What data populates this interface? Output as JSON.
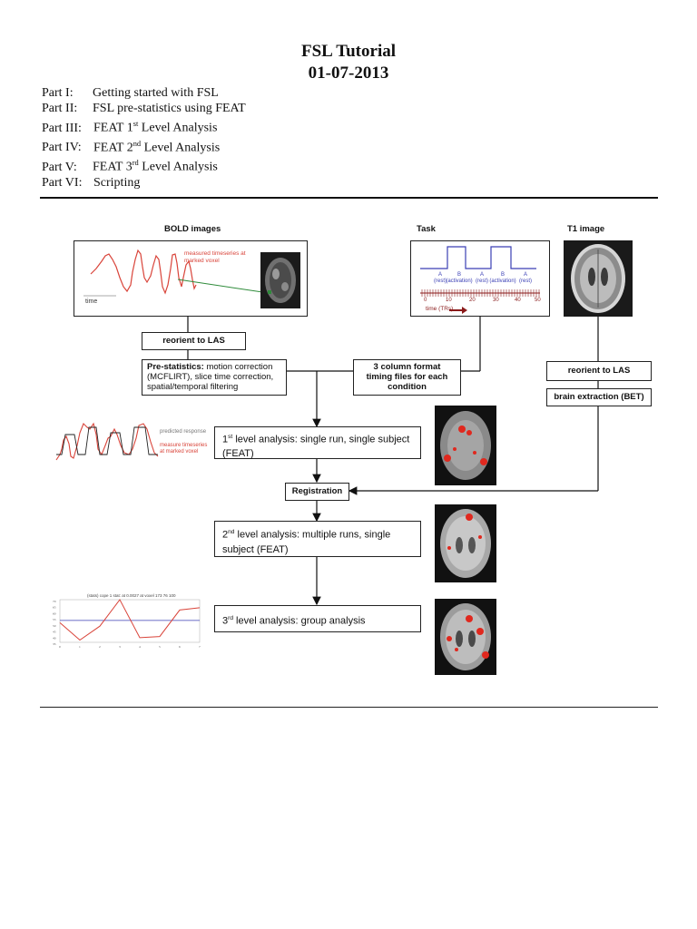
{
  "header": {
    "title": "FSL Tutorial",
    "date": "01-07-2013"
  },
  "toc": [
    {
      "part": "Part I:",
      "text": "Getting started with FSL",
      "sup": "",
      "text2": ""
    },
    {
      "part": "Part II:",
      "text": "FSL pre-statistics using FEAT",
      "sup": "",
      "text2": ""
    },
    {
      "part": "Part III:",
      "text": "FEAT 1",
      "sup": "st",
      "text2": " Level Analysis"
    },
    {
      "part": "Part IV:",
      "text": "FEAT 2",
      "sup": "nd",
      "text2": " Level Analysis"
    },
    {
      "part": "Part V:",
      "text": "FEAT 3",
      "sup": "rd",
      "text2": " Level Analysis"
    },
    {
      "part": "Part VI:",
      "text": "Scripting",
      "sup": "",
      "text2": ""
    }
  ],
  "figure": {
    "bold_images_label": "BOLD images",
    "task_label": "Task",
    "t1_label": "T1 image",
    "timeseries_annotation": "measured timeseries at marked voxel",
    "time_label": "time",
    "task_block_labels": [
      {
        "letter": "A",
        "state": "(rest)"
      },
      {
        "letter": "B",
        "state": "(activation)"
      },
      {
        "letter": "A",
        "state": "(rest)"
      },
      {
        "letter": "B",
        "state": "(activation)"
      },
      {
        "letter": "A",
        "state": "(rest)"
      }
    ],
    "task_ticks": [
      "0",
      "10",
      "20",
      "30",
      "40",
      "50"
    ],
    "task_time_label": "time (TRs)",
    "reorient_bold": "reorient to LAS",
    "prestats_bold": "Pre-statistics:",
    "prestats_rest": "motion correction (MCFLIRT), slice time correction, spatial/temporal filtering",
    "timing_files": "3 column format timing files for each condition",
    "reorient_t1": "reorient to LAS",
    "bet": "brain extraction (BET)",
    "level1_pre": "1",
    "level1_sup": "st",
    "level1_post": " level analysis: single run, single subject (FEAT)",
    "predicted_response": "predicted response",
    "measured_timeseries": "measure timeseries at marked voxel",
    "registration": "Registration",
    "level2_pre": "2",
    "level2_sup": "nd",
    "level2_post": " level analysis: multiple runs, single subject (FEAT)",
    "level3_pre": "3",
    "level3_sup": "rd",
    "level3_post": " level analysis: group analysis",
    "group_plot_title": "(stats)  cope 1 stat: at 0.0027  at voxel 173 76 100",
    "group_plot_yticks": [
      "70",
      "65",
      "60",
      "55",
      "50",
      "45",
      "40",
      "35"
    ],
    "group_plot_xticks": [
      "0",
      "1",
      "2",
      "3",
      "4",
      "5",
      "6",
      "7"
    ],
    "group_plot_values": [
      52,
      37,
      49,
      72,
      39,
      40,
      63,
      65
    ],
    "group_plot_mean": 54,
    "colors": {
      "signal_red": "#d9443a",
      "task_blue": "#3a3fb5",
      "arrow_darkred": "#8a1a1a",
      "activation_red": "#e0281e",
      "green_line": "#2e8b3a"
    }
  }
}
